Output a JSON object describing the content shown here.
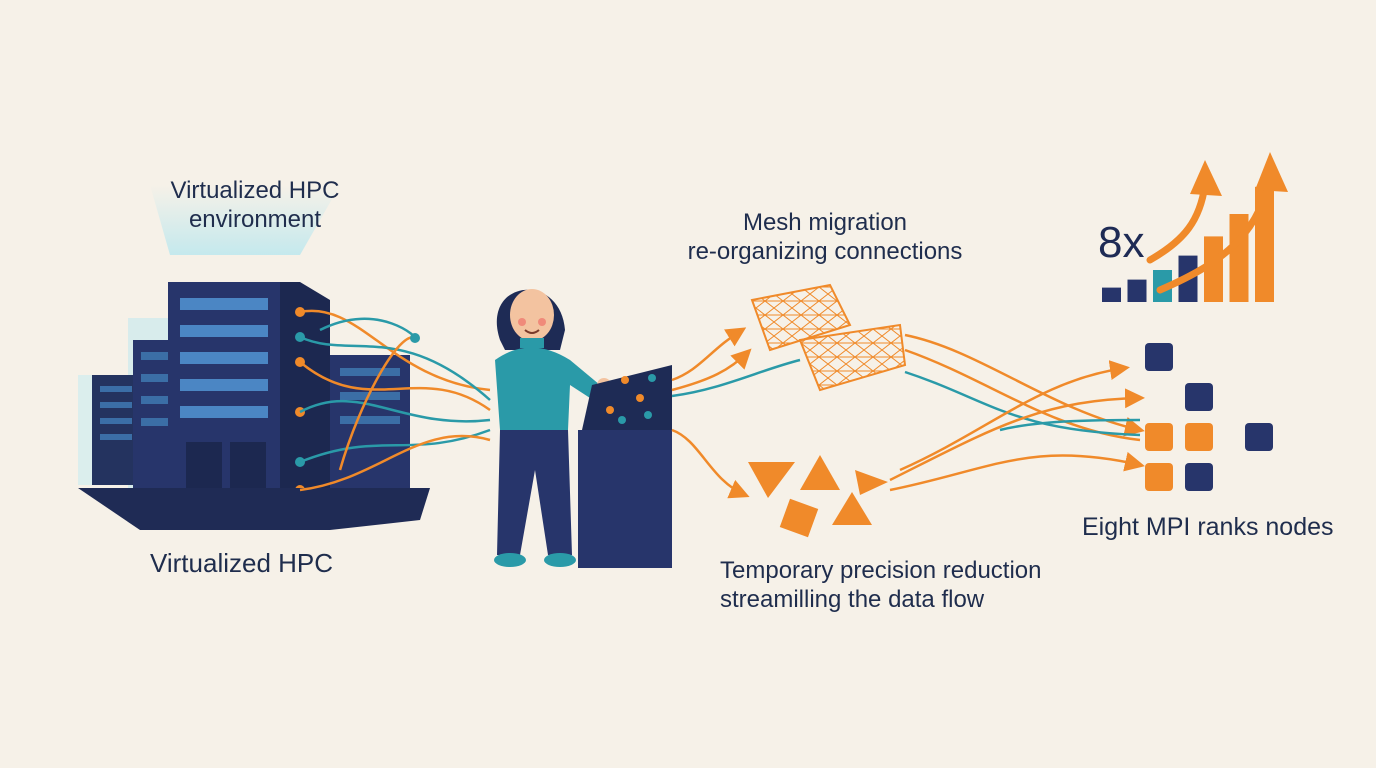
{
  "labels": {
    "environment": [
      "Virtualized HPC",
      "environment"
    ],
    "hpc": "Virtualized HPC",
    "mesh": [
      "Mesh migration",
      "re-organizing connections"
    ],
    "precision": [
      "Temporary precision reduction",
      "streamilling the data flow"
    ],
    "mpi": "Eight MPI ranks nodes",
    "speedup": "8x"
  },
  "speedup_bars": [
    {
      "level": 0.09,
      "color": "#27356b"
    },
    {
      "level": 0.14,
      "color": "#27356b"
    },
    {
      "level": 0.2,
      "color": "#2a9aa8"
    },
    {
      "level": 0.29,
      "color": "#27356b"
    },
    {
      "level": 0.41,
      "color": "#f08a2a"
    },
    {
      "level": 0.55,
      "color": "#f08a2a"
    },
    {
      "level": 0.72,
      "color": "#f08a2a"
    }
  ],
  "mpi_grid": [
    [
      "navy",
      null,
      null
    ],
    [
      null,
      "navy",
      null
    ],
    [
      "orange",
      "orange",
      "navy"
    ],
    [
      "orange",
      "navy",
      null
    ]
  ],
  "colors": {
    "background": "#f6f1e8",
    "navy": "#27356b",
    "orange": "#f08a2a",
    "teal": "#2a9aa8",
    "text": "#1f2d4d"
  },
  "icons": [
    "server-rack-icon",
    "person-icon",
    "control-panel-icon",
    "mesh-icon",
    "triangle-icon",
    "bar-chart-icon",
    "arrow-up-icon",
    "node-square-icon"
  ]
}
